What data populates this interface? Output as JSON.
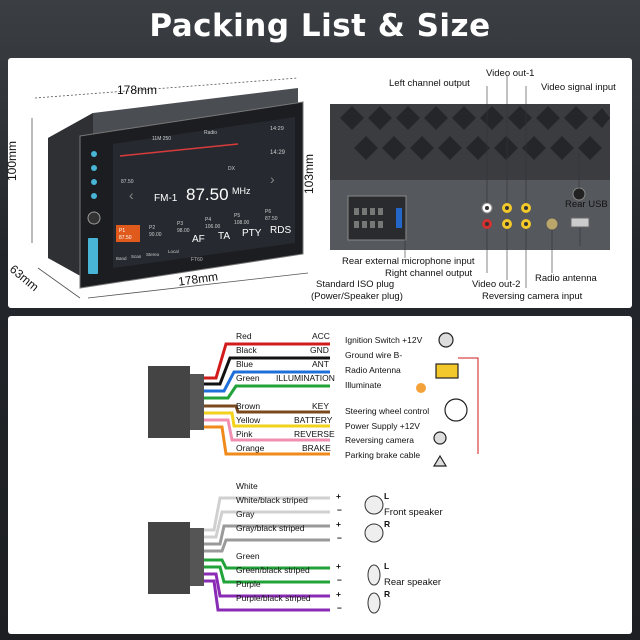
{
  "title": "Packing List & Size",
  "dimensions": {
    "width": "178mm",
    "height_back": "103mm",
    "height_front": "100mm",
    "depth": "63mm",
    "width_bottom": "178mm"
  },
  "screen": {
    "time_top": "14:29",
    "time_right": "14:29",
    "band_small": "11M 250",
    "app": "Radio",
    "freq_small": "87.50",
    "dx": "DX",
    "band": "FM-1",
    "freq": "87.50",
    "unit": "MHz",
    "presets": [
      {
        "name": "P1",
        "freq": "87.50"
      },
      {
        "name": "P2",
        "freq": "90.00"
      },
      {
        "name": "P3",
        "freq": "98.00"
      },
      {
        "name": "P4",
        "freq": "106.00"
      },
      {
        "name": "P5",
        "freq": "108.00"
      },
      {
        "name": "P6",
        "freq": "87.50"
      }
    ],
    "bottom_icons": [
      "Band",
      "Scan",
      "Stereo",
      "Local"
    ],
    "func_labels": [
      "AF",
      "TA",
      "PTY",
      "RDS"
    ],
    "model": "FT60"
  },
  "rear_labels": {
    "left_channel": "Left channel output",
    "video_out_1": "Video out-1",
    "video_signal": "Video signal input",
    "rear_mic": "Rear external microphone input",
    "right_channel": "Right channel output",
    "iso_plug_1": "Standard ISO plug",
    "iso_plug_2": "(Power/Speaker plug)",
    "video_out_2": "Video out-2",
    "radio_antenna": "Radio antenna",
    "reversing_cam": "Reversing camera input",
    "rear_usb": "Rear USB"
  },
  "power_wires": [
    {
      "color": "Red",
      "pin": "ACC",
      "hex": "#d21b1b",
      "func": "Ignition Switch +12V"
    },
    {
      "color": "Black",
      "pin": "GND",
      "hex": "#111111",
      "func": "Ground wire B-"
    },
    {
      "color": "Blue",
      "pin": "ANT",
      "hex": "#1e6fd9",
      "func": "Radio Antenna"
    },
    {
      "color": "Green",
      "pin": "ILLUMINATION",
      "hex": "#21a33a",
      "func": "Illuminate"
    },
    {
      "color": "Brown",
      "pin": "KEY",
      "hex": "#7a4a1e",
      "func": "Steering wheel control"
    },
    {
      "color": "Yellow",
      "pin": "BATTERY",
      "hex": "#f2d21b",
      "func": "Power Supply +12V"
    },
    {
      "color": "Pink",
      "pin": "REVERSE",
      "hex": "#f08fb0",
      "func": "Reversing camera"
    },
    {
      "color": "Orange",
      "pin": "BRAKE",
      "hex": "#f08a1b",
      "func": "Parking brake cable"
    }
  ],
  "speaker_wires": [
    {
      "label": "White",
      "hex": "#e6e6e6"
    },
    {
      "label": "White/black striped",
      "hex": "#e6e6e6"
    },
    {
      "label": "Gray",
      "hex": "#9a9a9a"
    },
    {
      "label": "Gray/black striped",
      "hex": "#9a9a9a"
    },
    {
      "label": "Green",
      "hex": "#21a33a"
    },
    {
      "label": "Green/black striped",
      "hex": "#21a33a"
    },
    {
      "label": "Purple",
      "hex": "#8a2bb5"
    },
    {
      "label": "Purple/black striped",
      "hex": "#8a2bb5"
    }
  ],
  "speaker_groups": [
    "Front speaker",
    "Rear speaker"
  ],
  "speaker_tags": [
    "L",
    "R",
    "L",
    "R"
  ],
  "signs": {
    "plus": "+",
    "minus": "−"
  }
}
